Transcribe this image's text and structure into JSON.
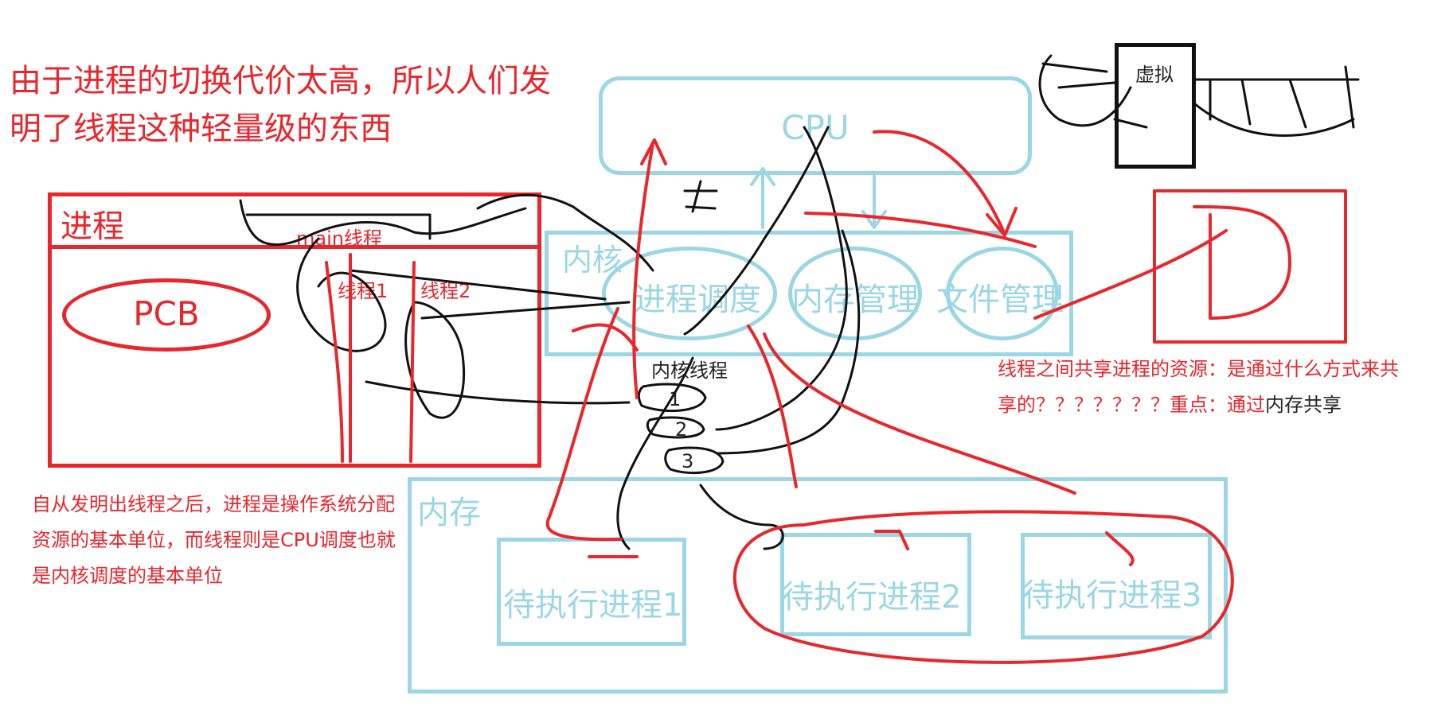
{
  "notes": {
    "intro": "由于进程的切换代价太高，所以人们发明了线程这种轻量级的东西",
    "after_threads": "自从发明出线程之后，进程是操作系统分配资源的基本单位，而线程则是CPU调度也就是内核调度的基本单位",
    "share_question": "线程之间共享进程的资源：是通过什么方式来共享的？？？？？？？重点：通过",
    "share_answer": "内存共享"
  },
  "process": {
    "title": "进程",
    "pcb": "PCB",
    "main_thread": "main线程",
    "thread1": "线程1",
    "thread2": "线程2"
  },
  "cpu": {
    "label": "CPU"
  },
  "kernel": {
    "label": "内核",
    "scheduler": "进程调度",
    "memory_mgmt": "内存管理",
    "file_mgmt": "文件管理",
    "kernel_thread": "内核线程",
    "kthread_numbers": [
      "1",
      "2",
      "3"
    ]
  },
  "memory": {
    "label": "内存",
    "processes": [
      "待执行进程1",
      "待执行进程2",
      "待执行进程3"
    ]
  },
  "virtual": {
    "label": "虚拟"
  },
  "colors": {
    "red": "#e8262b",
    "blue": "#9bd6e4",
    "black": "#222222"
  }
}
